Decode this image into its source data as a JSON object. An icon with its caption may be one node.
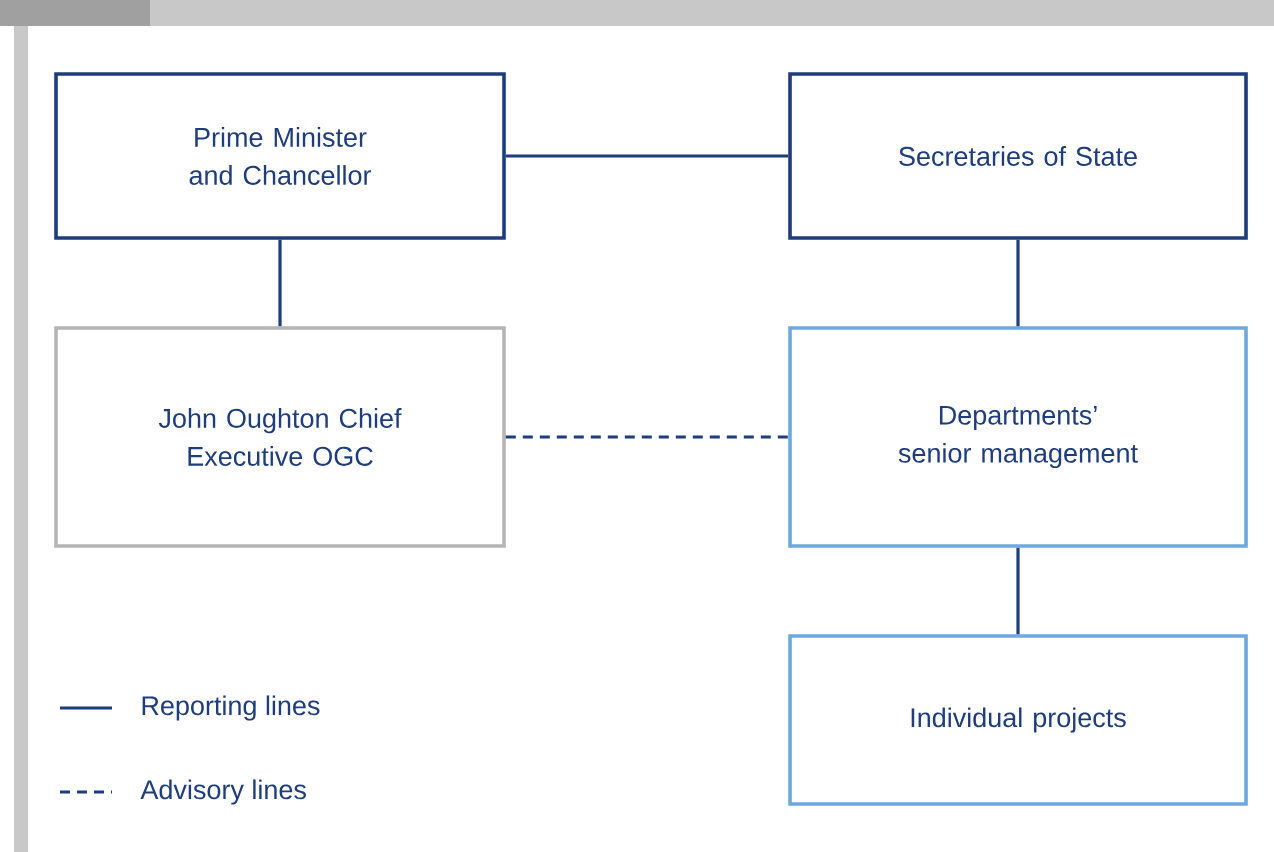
{
  "diagram": {
    "nodes": [
      {
        "text": [
          "Prime Minister and Chancellor"
        ]
      },
      {
        "text": [
          "Secretaries of State"
        ]
      },
      {
        "text": [
          "John Oughton Chief Executive OGC"
        ]
      },
      {
        "text": [
          "Departments’ senior management"
        ]
      },
      {
        "text": [
          "Individual projects"
        ]
      }
    ],
    "edges": [
      {
        "from": 0,
        "to": 1,
        "arrow": "none"
      },
      {
        "from": 0,
        "to": 2,
        "arrow": "none"
      },
      {
        "from": 1,
        "to": 3,
        "arrow": "none"
      },
      {
        "from": 2,
        "to": 3,
        "arrow": "none",
        "style": "dashed"
      },
      {
        "from": 3,
        "to": 4,
        "arrow": "none"
      }
    ],
    "legend": [
      {
        "text": "Reporting lines"
      },
      {
        "text": "Advisory lines"
      }
    ]
  }
}
